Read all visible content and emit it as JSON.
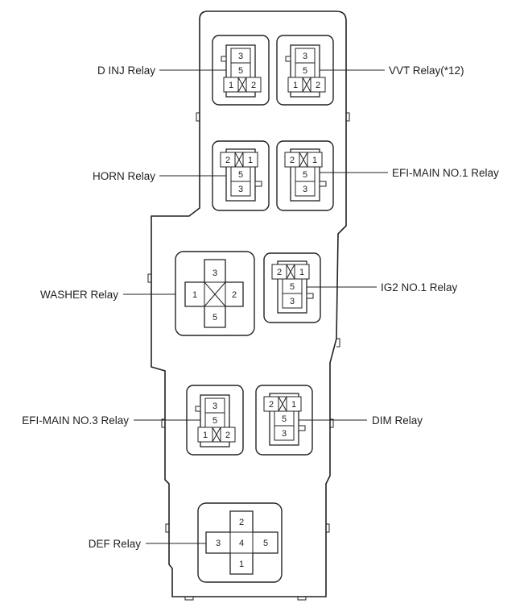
{
  "relays": {
    "d_inj": {
      "label": "D INJ Relay",
      "pins": [
        "3",
        "5",
        "1",
        "2"
      ]
    },
    "vvt": {
      "label": "VVT Relay(*12)",
      "pins": [
        "3",
        "5",
        "1",
        "2"
      ]
    },
    "horn": {
      "label": "HORN Relay",
      "pins": [
        "2",
        "1",
        "5",
        "3"
      ]
    },
    "efi_main_1": {
      "label": "EFI-MAIN NO.1 Relay",
      "pins": [
        "2",
        "1",
        "5",
        "3"
      ]
    },
    "washer": {
      "label": "WASHER Relay",
      "pins": [
        "3",
        "1",
        "2",
        "5"
      ]
    },
    "ig2": {
      "label": "IG2 NO.1 Relay",
      "pins": [
        "2",
        "1",
        "5",
        "3"
      ]
    },
    "efi_main_3": {
      "label": "EFI-MAIN NO.3 Relay",
      "pins": [
        "3",
        "5",
        "1",
        "2"
      ]
    },
    "dim": {
      "label": "DIM Relay",
      "pins": [
        "2",
        "1",
        "5",
        "3"
      ]
    },
    "def": {
      "label": "DEF Relay",
      "pins": [
        "2",
        "3",
        "4",
        "5",
        "1"
      ]
    }
  }
}
